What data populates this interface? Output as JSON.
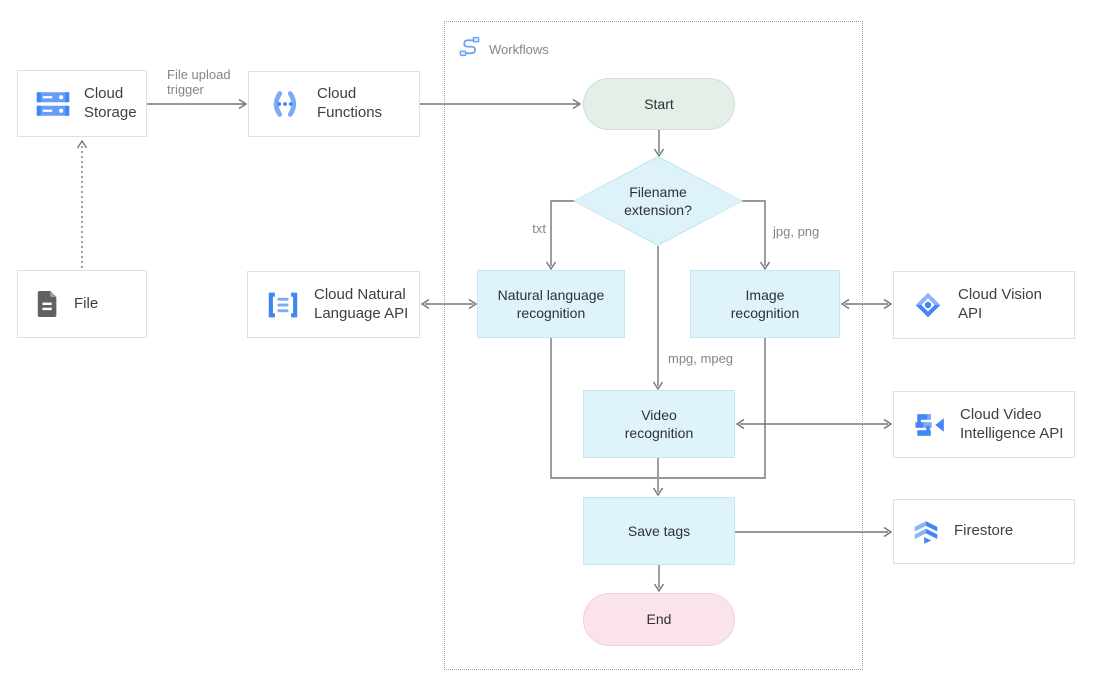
{
  "workflow_group": {
    "label": "Workflows",
    "icon": "workflows-icon"
  },
  "external_nodes": {
    "cloud_storage": {
      "label": "Cloud Storage",
      "icon": "cloud-storage-icon"
    },
    "cloud_functions": {
      "label": "Cloud Functions",
      "icon": "cloud-functions-icon"
    },
    "file": {
      "label": "File",
      "icon": "file-icon"
    },
    "natural_language_api": {
      "label": "Cloud Natural Language API",
      "icon": "natural-language-api-icon"
    },
    "vision_api": {
      "label": "Cloud Vision API",
      "icon": "vision-api-icon"
    },
    "video_intelligence_api": {
      "label": "Cloud Video Intelligence API",
      "icon": "video-intelligence-api-icon"
    },
    "firestore": {
      "label": "Firestore",
      "icon": "firestore-icon"
    }
  },
  "flow_nodes": {
    "start": {
      "type": "terminal",
      "label": "Start"
    },
    "decision": {
      "type": "decision",
      "label": "Filename extension?"
    },
    "natural_language_recognition": {
      "type": "process",
      "label": "Natural language recognition"
    },
    "image_recognition": {
      "type": "process",
      "label": "Image recognition"
    },
    "video_recognition": {
      "type": "process",
      "label": "Video recognition"
    },
    "save_tags": {
      "type": "process",
      "label": "Save tags"
    },
    "end": {
      "type": "terminal",
      "label": "End"
    }
  },
  "edge_labels": {
    "file_upload_trigger": "File upload trigger",
    "txt": "txt",
    "jpg_png": "jpg, png",
    "mpg_mpeg": "mpg, mpeg"
  },
  "colors": {
    "google_blue": "#4285f4",
    "google_blue_light": "#8ab4f8",
    "process_fill": "#dff3fc",
    "process_border": "#c3e7f3",
    "start_fill": "#e4efe8",
    "end_fill": "#fbe3ed",
    "service_border": "#e0e0e0",
    "connector_gray": "#757575",
    "label_gray": "#80868b",
    "text_dark": "#3c4043"
  }
}
